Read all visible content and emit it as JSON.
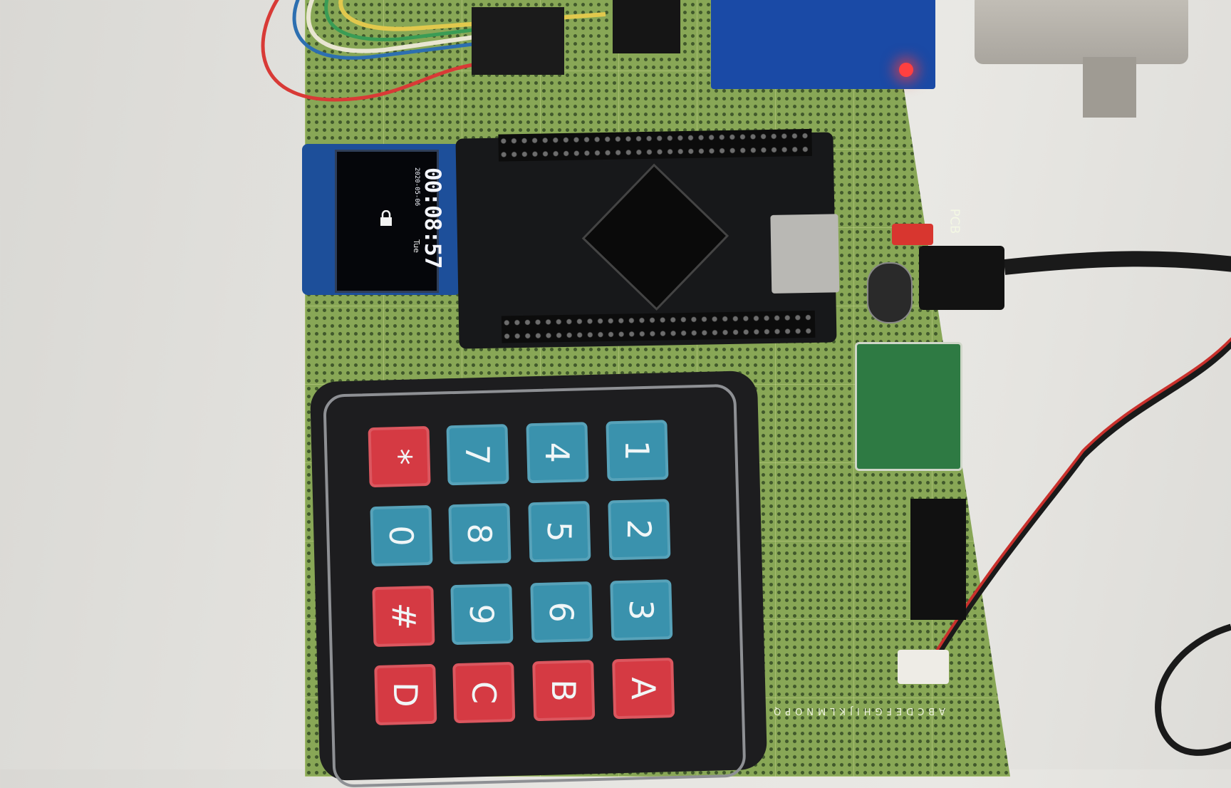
{
  "oled": {
    "time": "00:08:57",
    "date": "2020-05-06",
    "day": "Tue",
    "icon": "lock-icon"
  },
  "keypad": {
    "rows": [
      [
        "*",
        "7",
        "4",
        "1"
      ],
      [
        "0",
        "8",
        "5",
        "2"
      ],
      [
        "#",
        "9",
        "6",
        "3"
      ],
      [
        "D",
        "C",
        "B",
        "A"
      ]
    ],
    "colors": {
      "blue": "#3a92ad",
      "red": "#d53a43"
    }
  },
  "board": {
    "silkscreen_right": "PCB",
    "silkscreen_bottom": "ABCDEFGHIJKLMNOPQ"
  }
}
